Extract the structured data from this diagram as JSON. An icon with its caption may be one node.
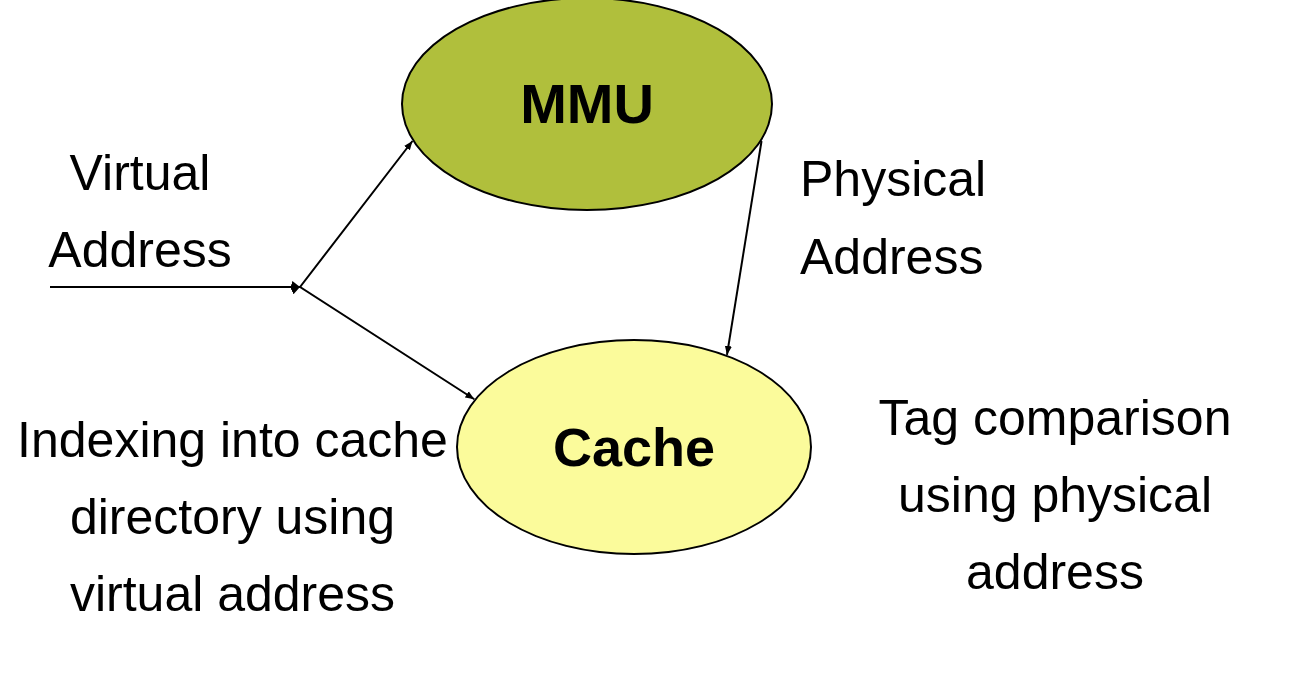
{
  "diagram": {
    "nodes": [
      {
        "text": [
          "MMU"
        ]
      },
      {
        "text": [
          "Cache"
        ]
      }
    ],
    "edges": [
      {
        "from": null,
        "to": 0,
        "arrow": "to"
      },
      {
        "from": null,
        "to": 1,
        "arrow": "to"
      },
      {
        "from": 0,
        "to": 1,
        "arrow": "to",
        "label": "Physical Address"
      }
    ],
    "labels": [
      "Virtual Address",
      "Indexing into cache directory using virtual address",
      "Tag comparison using physical address"
    ]
  }
}
